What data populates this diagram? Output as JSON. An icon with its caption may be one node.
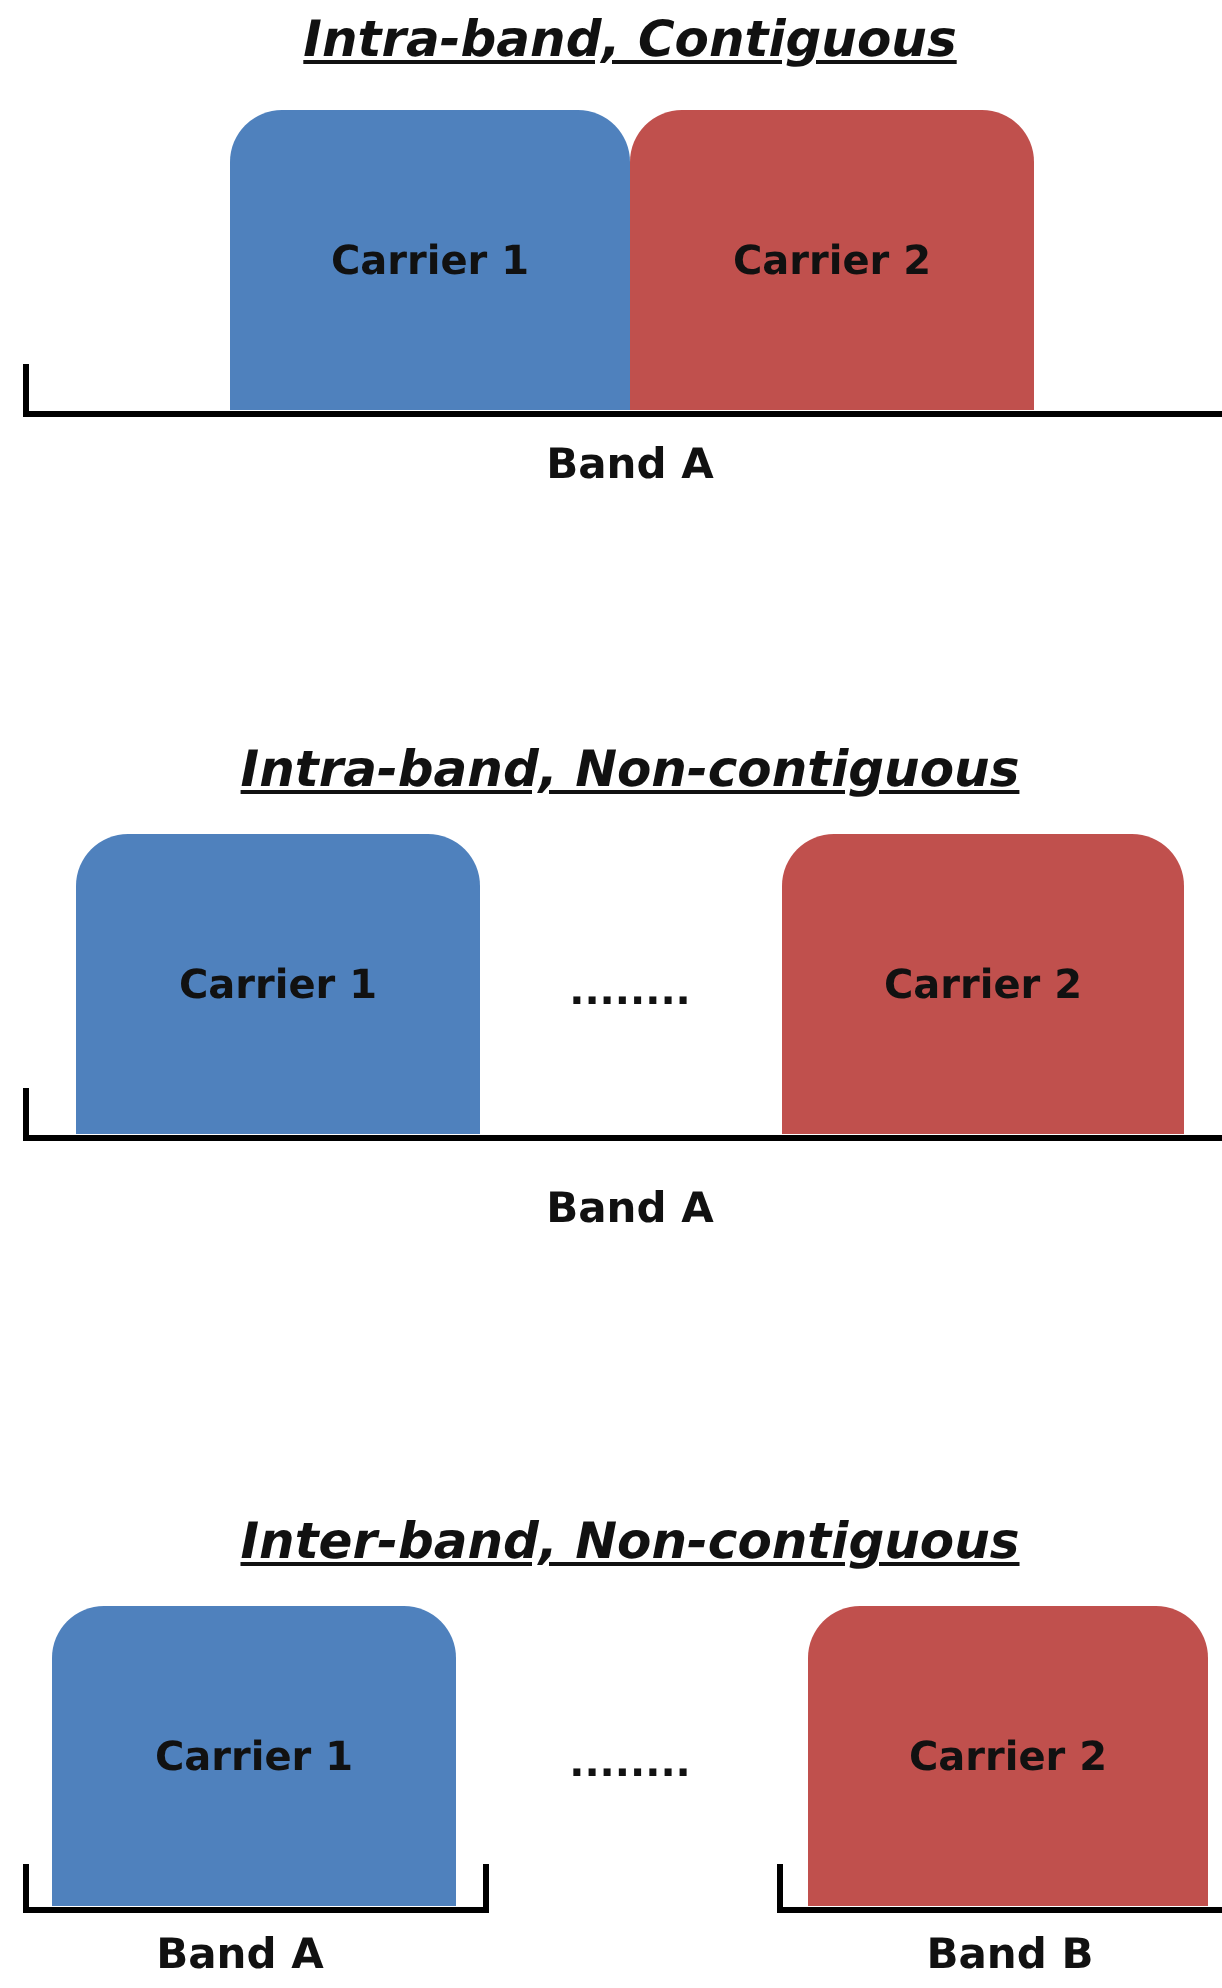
{
  "diagram": {
    "nodes": [
      {
        "text": [
          "Carrier 1"
        ]
      },
      {
        "text": [
          "Carrier 2"
        ]
      },
      {
        "text": [
          "Carrier 1"
        ]
      },
      {
        "text": [
          "Carrier 2"
        ]
      },
      {
        "text": [
          "Carrier 1"
        ]
      },
      {
        "text": [
          "Carrier 2"
        ]
      }
    ],
    "labels": [
      "Intra-band, Contiguous",
      "Band A",
      "Intra-band, Non-contiguous",
      "........",
      "Band A",
      "Inter-band, Non-contiguous",
      "........",
      "Band A",
      "Band B"
    ]
  }
}
